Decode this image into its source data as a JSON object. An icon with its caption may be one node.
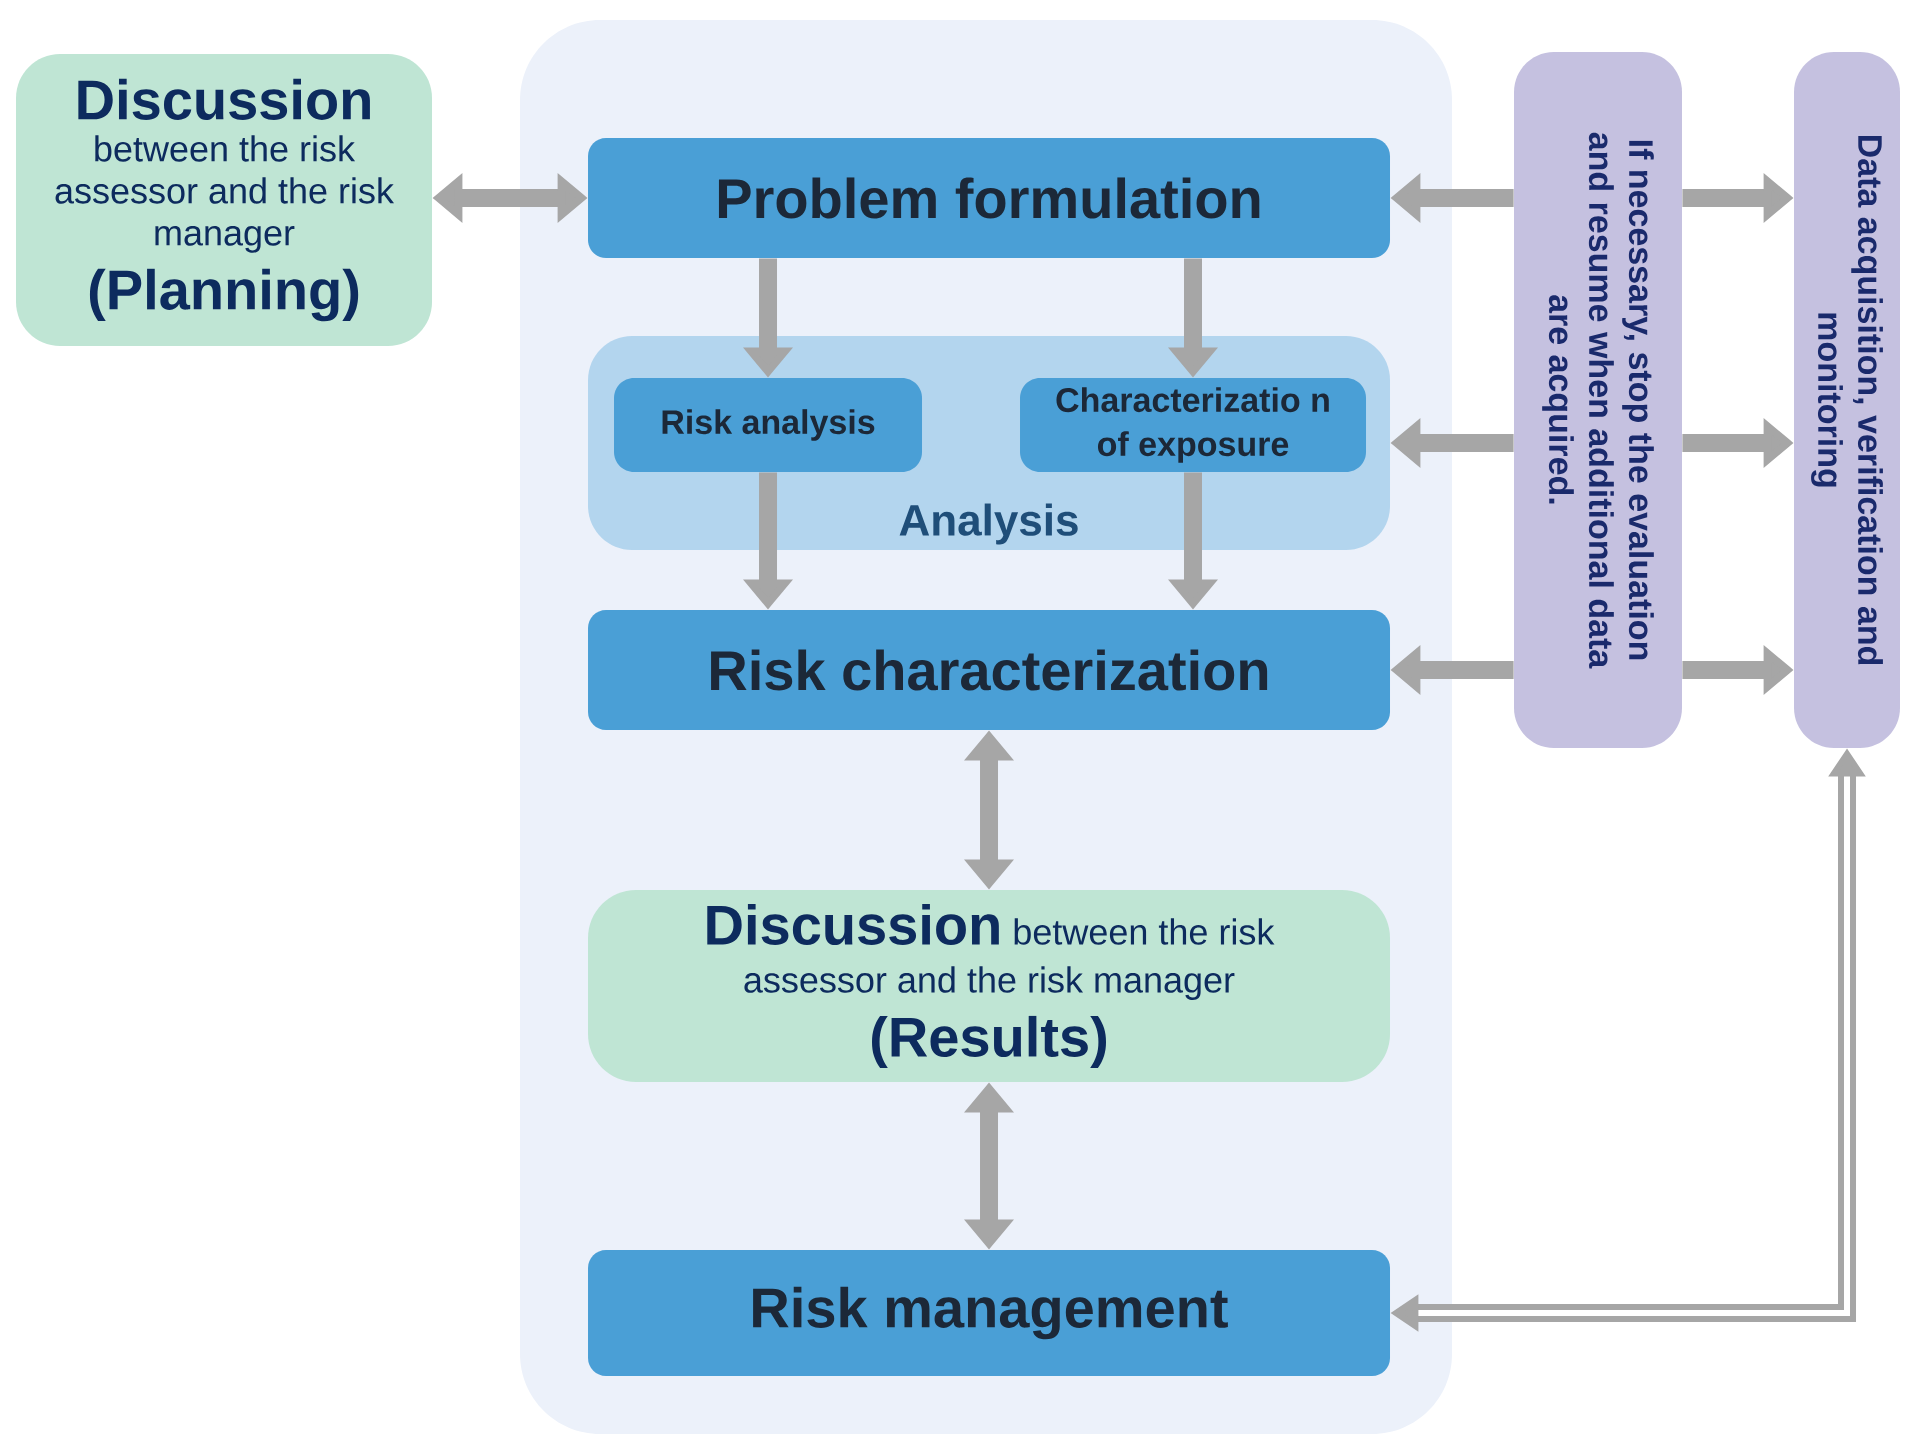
{
  "diagram": {
    "nodes": [
      {
        "text": [
          "Discussion",
          "between the risk assessor and the risk manager",
          "(Planning)"
        ]
      },
      {
        "text": [
          "Problem formulation"
        ]
      },
      {
        "text": [
          "Analysis"
        ]
      },
      {
        "text": [
          "Risk analysis"
        ],
        "in": 2
      },
      {
        "text": [
          "Characterizatio n of exposure"
        ],
        "in": 2
      },
      {
        "text": [
          "Risk characterization"
        ]
      },
      {
        "text": [
          "Discussion",
          "between the risk assessor and the risk manager",
          "(Results)"
        ]
      },
      {
        "text": [
          "Risk management"
        ]
      },
      {
        "text": [
          "If necessary, stop the evaluation and resume when additional data are acquired."
        ]
      },
      {
        "text": [
          "Data acquisition, verification and monitoring"
        ]
      }
    ],
    "edges": [
      {
        "from": 0,
        "to": 1,
        "arrow": "both"
      },
      {
        "from": 1,
        "to": 3,
        "arrow": "to"
      },
      {
        "from": 1,
        "to": 4,
        "arrow": "to"
      },
      {
        "from": 3,
        "to": 5,
        "arrow": "to"
      },
      {
        "from": 4,
        "to": 5,
        "arrow": "to"
      },
      {
        "from": 5,
        "to": 6,
        "arrow": "both"
      },
      {
        "from": 6,
        "to": 7,
        "arrow": "both"
      },
      {
        "from": 8,
        "to": 1,
        "arrow": "to"
      },
      {
        "from": 8,
        "to": 9,
        "arrow": "to"
      },
      {
        "from": 8,
        "to": 2,
        "arrow": "to"
      },
      {
        "from": 8,
        "to": 9,
        "arrow": "to"
      },
      {
        "from": 8,
        "to": 5,
        "arrow": "to"
      },
      {
        "from": 8,
        "to": 9,
        "arrow": "to"
      },
      {
        "from": 9,
        "to": 7,
        "arrow": "both"
      }
    ]
  }
}
